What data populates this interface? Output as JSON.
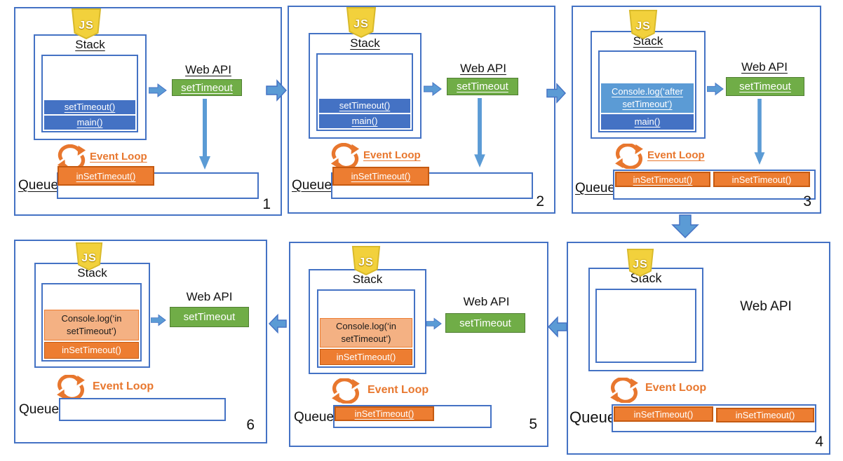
{
  "colors": {
    "panel_border_blue": "#4472C4",
    "arrow_blue": "#5B9BD5",
    "stack_item_blue": "#4472C4",
    "stack_item_light_blue": "#5B9BD5",
    "web_api_green": "#70AD47",
    "queue_item_orange": "#ED7D31",
    "stack_item_light_orange": "#F4B183",
    "event_loop_orange": "#E8772E",
    "js_logo_yellow": "#F2D13C"
  },
  "js_logo_text": "JS",
  "panels": [
    {
      "number": "1",
      "stack_title": "Stack",
      "web_api_label": "Web API",
      "web_api_box_label": "setTimeout",
      "event_loop_label": "Event Loop",
      "queue_label": "Queue",
      "stack_items": [
        {
          "label": "setTimeout()",
          "style": "blue"
        },
        {
          "label": "main()",
          "style": "blue"
        }
      ],
      "queue_items": [
        {
          "label": "inSetTimeout()"
        }
      ]
    },
    {
      "number": "2",
      "stack_title": "Stack",
      "web_api_label": "Web API",
      "web_api_box_label": "setTimeout",
      "event_loop_label": "Event Loop",
      "queue_label": "Queue",
      "stack_items": [
        {
          "label": "setTimeout()",
          "style": "blue"
        },
        {
          "label": "main()",
          "style": "blue"
        }
      ],
      "queue_items": [
        {
          "label": "inSetTimeout()"
        }
      ]
    },
    {
      "number": "3",
      "stack_title": "Stack",
      "web_api_label": "Web API",
      "web_api_box_label": "setTimeout",
      "event_loop_label": "Event Loop",
      "queue_label": "Queue",
      "stack_items": [
        {
          "label": "Console.log(‘after setTimeout’)",
          "style": "lightblue"
        },
        {
          "label": "main()",
          "style": "blue"
        }
      ],
      "queue_items": [
        {
          "label": "inSetTimeout()"
        },
        {
          "label": "inSetTimeout()"
        }
      ]
    },
    {
      "number": "4",
      "stack_title": "Stack",
      "web_api_label": "Web API",
      "event_loop_label": "Event Loop",
      "queue_label": "Queue",
      "stack_items": [],
      "queue_items": [
        {
          "label": "inSetTimeout()"
        },
        {
          "label": "inSetTimeout()"
        }
      ]
    },
    {
      "number": "5",
      "stack_title": "Stack",
      "web_api_label": "Web API",
      "web_api_box_label": "setTimeout",
      "event_loop_label": "Event Loop",
      "queue_label": "Queue",
      "stack_items": [
        {
          "label": "Console.log(‘in setTimeout’)",
          "style": "lightorange"
        },
        {
          "label": "inSetTimeout()",
          "style": "orange"
        }
      ],
      "queue_items": [
        {
          "label": "inSetTimeout()"
        }
      ]
    },
    {
      "number": "6",
      "stack_title": "Stack",
      "web_api_label": "Web API",
      "web_api_box_label": "setTimeout",
      "event_loop_label": "Event Loop",
      "queue_label": "Queue",
      "stack_items": [
        {
          "label": "Console.log(‘in setTimeout’)",
          "style": "lightorange"
        },
        {
          "label": "inSetTimeout()",
          "style": "orange"
        }
      ],
      "queue_items": []
    }
  ],
  "flow_arrows": [
    {
      "from": "1",
      "to": "2",
      "direction": "right"
    },
    {
      "from": "2",
      "to": "3",
      "direction": "right"
    },
    {
      "from": "3",
      "to": "4",
      "direction": "down"
    },
    {
      "from": "4",
      "to": "5",
      "direction": "left"
    },
    {
      "from": "5",
      "to": "6",
      "direction": "left"
    }
  ]
}
